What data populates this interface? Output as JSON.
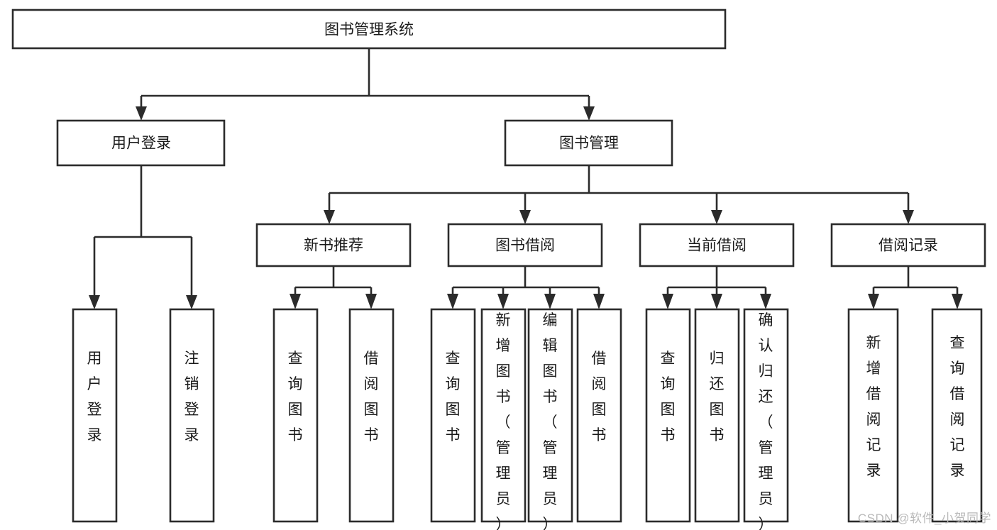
{
  "diagram": {
    "title": "图书管理系统",
    "type": "tree-hierarchy",
    "watermark": "CSDN @软件_小贺同学",
    "style": {
      "box_fill": "#ffffff",
      "box_stroke": "#2b2b2b",
      "text_color": "#1a1a1a",
      "background": "#ffffff",
      "watermark_color": "#b9b9b9"
    },
    "root": {
      "label": "图书管理系统"
    },
    "level2": [
      {
        "label": "用户登录"
      },
      {
        "label": "图书管理"
      }
    ],
    "level3": [
      {
        "label": "新书推荐"
      },
      {
        "label": "图书借阅"
      },
      {
        "label": "当前借阅"
      },
      {
        "label": "借阅记录"
      }
    ],
    "leaves": {
      "user_login": [
        {
          "label": "用户登录"
        },
        {
          "label": "注销登录"
        }
      ],
      "new_book_recommend": [
        {
          "label": "查询图书"
        },
        {
          "label": "借阅图书"
        }
      ],
      "book_borrow": [
        {
          "label": "查询图书"
        },
        {
          "label": "新增图书（管理员）"
        },
        {
          "label": "编辑图书（管理员）"
        },
        {
          "label": "借阅图书"
        }
      ],
      "current_borrow": [
        {
          "label": "查询图书"
        },
        {
          "label": "归还图书"
        },
        {
          "label": "确认归还（管理员）"
        }
      ],
      "borrow_record": [
        {
          "label": "新增借阅记录"
        },
        {
          "label": "查询借阅记录"
        }
      ]
    }
  }
}
